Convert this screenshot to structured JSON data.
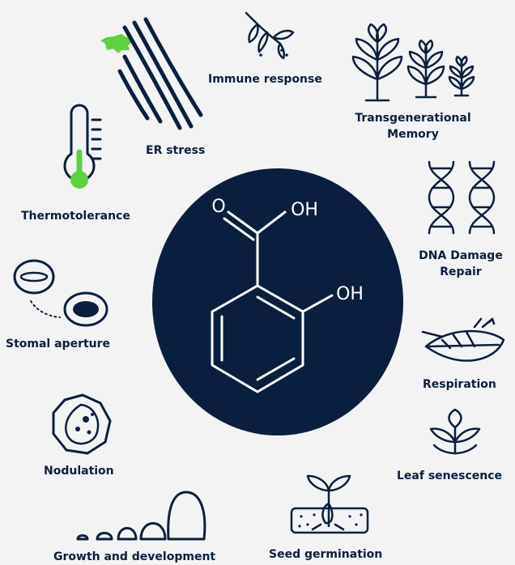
{
  "colors": {
    "navy": "#0a1f3d",
    "background": "#f3f3f3",
    "accent_green": "#5fd13f",
    "white": "#ffffff"
  },
  "center": {
    "molecule": "salicylic-acid",
    "carbonyl_o": "O",
    "hydroxyl_top": "OH",
    "hydroxyl_side": "OH"
  },
  "labels": {
    "immune_response": "Immune response",
    "transgenerational_1": "Transgenerational",
    "transgenerational_2": "Memory",
    "er_stress": "ER stress",
    "thermotolerance": "Thermotolerance",
    "dna_repair_1": "DNA Damage",
    "dna_repair_2": "Repair",
    "stomal_aperture": "Stomal aperture",
    "respiration": "Respiration",
    "nodulation": "Nodulation",
    "leaf_senescence": "Leaf senescence",
    "seed_germination": "Seed germination",
    "growth_development": "Growth and development"
  },
  "icons": [
    "sprig-icon",
    "plants-icon",
    "er-membrane-icon",
    "thermometer-icon",
    "dna-icon",
    "stomata-icon",
    "leaf-icon",
    "nodule-icon",
    "seedling-leaf-icon",
    "seed-germination-icon",
    "growth-stages-icon"
  ]
}
